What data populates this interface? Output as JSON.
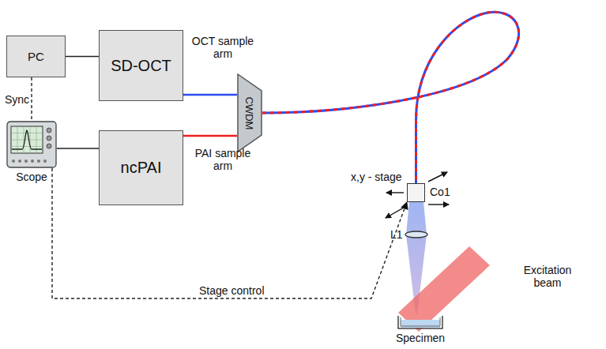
{
  "diagram": {
    "nodes": [
      {
        "text": [
          "PC"
        ]
      },
      {
        "text": [
          "SD-OCT"
        ]
      },
      {
        "text": [
          "Scope"
        ]
      },
      {
        "text": [
          "ncPAI"
        ]
      },
      {
        "text": [
          "CWDM"
        ]
      },
      {
        "text": [
          "Co1"
        ]
      },
      {
        "text": [
          "Specimen"
        ]
      }
    ],
    "edges": [
      {
        "from": 0,
        "to": 1,
        "arrow": "none"
      },
      {
        "from": 0,
        "to": 2,
        "label": "Sync",
        "arrow": "none"
      },
      {
        "from": 2,
        "to": 3,
        "arrow": "none"
      },
      {
        "from": 1,
        "to": 4,
        "label": "OCT sample arm",
        "arrow": "none"
      },
      {
        "from": 3,
        "to": 4,
        "label": "PAI sample arm",
        "arrow": "none"
      },
      {
        "from": 4,
        "to": 5,
        "arrow": "none"
      },
      {
        "from": 2,
        "to": 5,
        "label": "Stage control",
        "arrow": "to"
      }
    ],
    "labels": [
      "x,y - stage",
      "L1",
      "Excitation beam"
    ]
  }
}
